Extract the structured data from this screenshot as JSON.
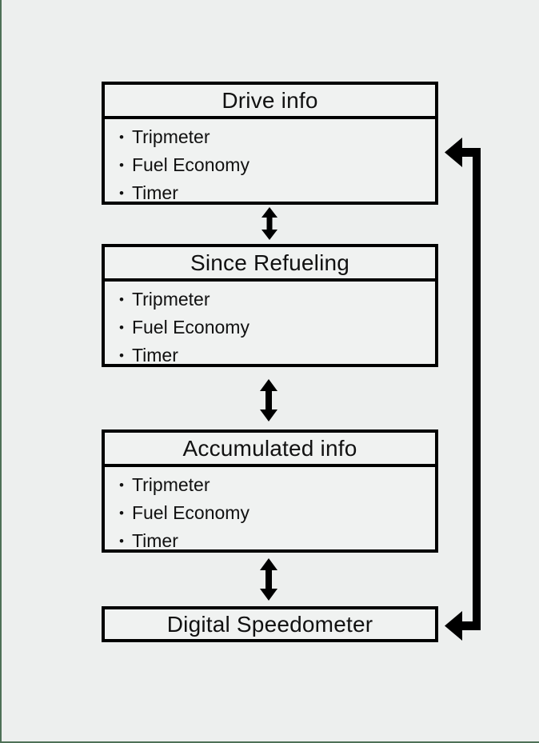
{
  "diagram": {
    "bullet": "•",
    "sections": [
      {
        "title": "Drive info",
        "items": [
          "Tripmeter",
          "Fuel Economy",
          "Timer"
        ]
      },
      {
        "title": "Since Refueling",
        "items": [
          "Tripmeter",
          "Fuel Economy",
          "Timer"
        ]
      },
      {
        "title": "Accumulated info",
        "items": [
          "Tripmeter",
          "Fuel Economy",
          "Timer"
        ]
      },
      {
        "title": "Digital Speedometer",
        "items": []
      }
    ],
    "icons": {
      "between_sections": "up-down-double-arrow-icon",
      "right_side": "loop-back-arrow-icon"
    },
    "colors": {
      "background": "#edefee",
      "box_fill": "#f0f2f1",
      "line": "#000000",
      "text": "#111111",
      "page_edge_green": "#4e7157"
    }
  }
}
